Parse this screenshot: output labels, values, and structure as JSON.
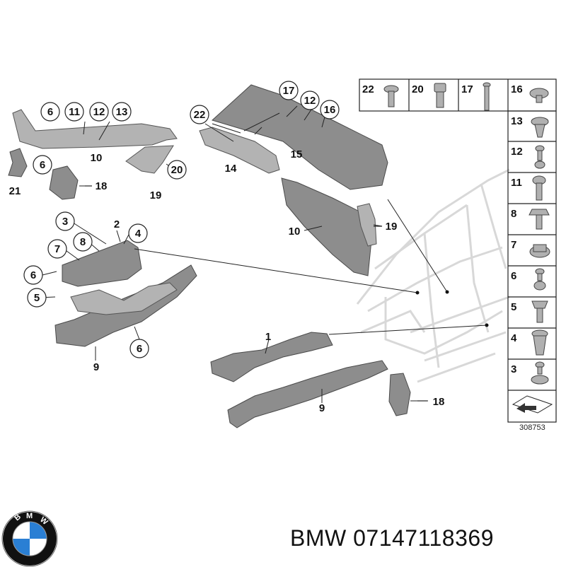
{
  "diagram": {
    "callouts": {
      "c6_top": "6",
      "c11_top": "11",
      "c12_top": "12",
      "c13_top": "13",
      "l10_top": "10",
      "c6_mid": "6",
      "l21": "21",
      "l18_left": "18",
      "l19_left": "19",
      "c20": "20",
      "c22": "22",
      "l14": "14",
      "c17": "17",
      "c12_r": "12",
      "c16": "16",
      "l15": "15",
      "l10_mid": "10",
      "l19_mid": "19",
      "c3": "3",
      "l2": "2",
      "c4": "4",
      "c8": "8",
      "c7": "7",
      "c6_b1": "6",
      "c5": "5",
      "c6_b2": "6",
      "l9_left": "9",
      "l1": "1",
      "l9_bottom": "9",
      "l18_bottom": "18"
    },
    "fastener_table": {
      "top_row": [
        "22",
        "20",
        "17",
        "16"
      ],
      "column": [
        "13",
        "12",
        "11",
        "8",
        "7",
        "6",
        "5",
        "4",
        "3"
      ],
      "ref_number": "308753"
    }
  },
  "caption": {
    "brand": "BMW",
    "part_number": "07147118369"
  },
  "logo": {
    "letters": [
      "B",
      "M",
      "W"
    ],
    "colors": {
      "blue": "#2a7fd4",
      "white": "#ffffff",
      "ring": "#111111"
    }
  }
}
